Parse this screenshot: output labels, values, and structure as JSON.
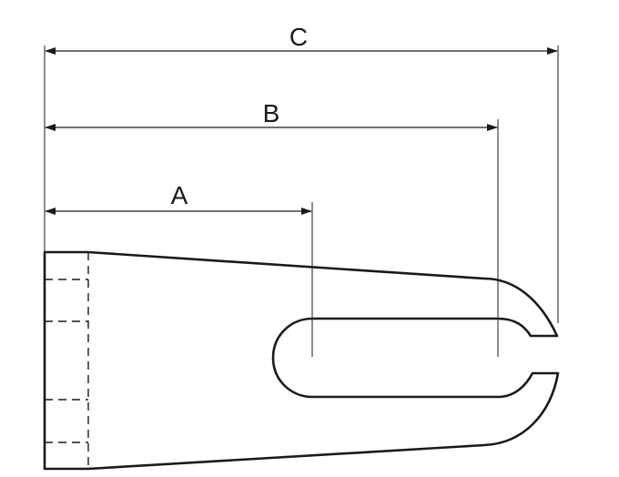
{
  "dimensions": {
    "a_label": "A",
    "b_label": "B",
    "c_label": "C"
  },
  "colors": {
    "line": "#1a1a1a",
    "background": "#ffffff"
  }
}
